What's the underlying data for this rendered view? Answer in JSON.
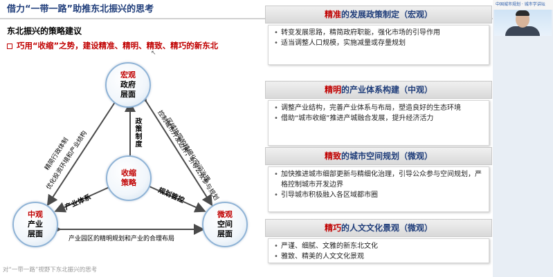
{
  "slide": {
    "title": "借力“一带一路”助推东北振兴的思考",
    "subtitle": "东北振兴的策略建议",
    "bullet": "巧用“收缩”之势，建设精准、精明、精致、精巧的新东北",
    "footer": "对“一带一路”视野下东北振兴的思考"
  },
  "diagram": {
    "top": {
      "red": "宏观",
      "black1": "政府",
      "black2": "层面"
    },
    "center": {
      "line1": "收缩",
      "line2": "策略"
    },
    "left": {
      "red": "中观",
      "black1": "产业",
      "black2": "层面"
    },
    "right": {
      "red": "微观",
      "black1": "空间",
      "black2": "层面"
    },
    "vertical_label": "政策制度",
    "left_arrow_label": "产业体系",
    "right_arrow_label": "规划管控",
    "left_edge_line1": "精简行政体制",
    "left_edge_line2": "优化投资环境和产业结构",
    "right_edge_line1": "区域协同的精细化空间治理",
    "right_edge_line2": "控制城市开发边界，引导公众参与规划",
    "bottom_edge": "产业园区的精明规划和产业的合理布局"
  },
  "panels": [
    {
      "highlight": "精准",
      "rest": "的发展政策制定（宏观）",
      "items": [
        "转变发展思路，精简政府职能，强化市场的引导作用",
        "适当调整人口规模，实施减量或存量规划"
      ]
    },
    {
      "highlight": "精明",
      "rest": "的产业体系构建（中观）",
      "items": [
        "调整产业结构，完善产业体系与布局，塑造良好的生态环境",
        "借助“城市收缩”推进产城融合发展，提升经济活力"
      ]
    },
    {
      "highlight": "精致",
      "rest": "的城市空间规划（微观）",
      "items": [
        "加快推进城市细部更新与精细化治理，引导公众参与空间规划，严格控制城市开发边界",
        "引导城市积极融入各区域都市圈"
      ]
    },
    {
      "highlight": "精巧",
      "rest": "的人文文化景观（微观）",
      "items": [
        "严谨、细腻、文雅的新东北文化",
        "雅致、精美的人文文化景观"
      ]
    }
  ],
  "video": {
    "toolbar_text": "中国城市规划 · 城市学讲坛"
  },
  "colors": {
    "accent_red": "#c00000",
    "title_blue": "#1f3d7a",
    "circle_border": "#8fb3d6"
  }
}
